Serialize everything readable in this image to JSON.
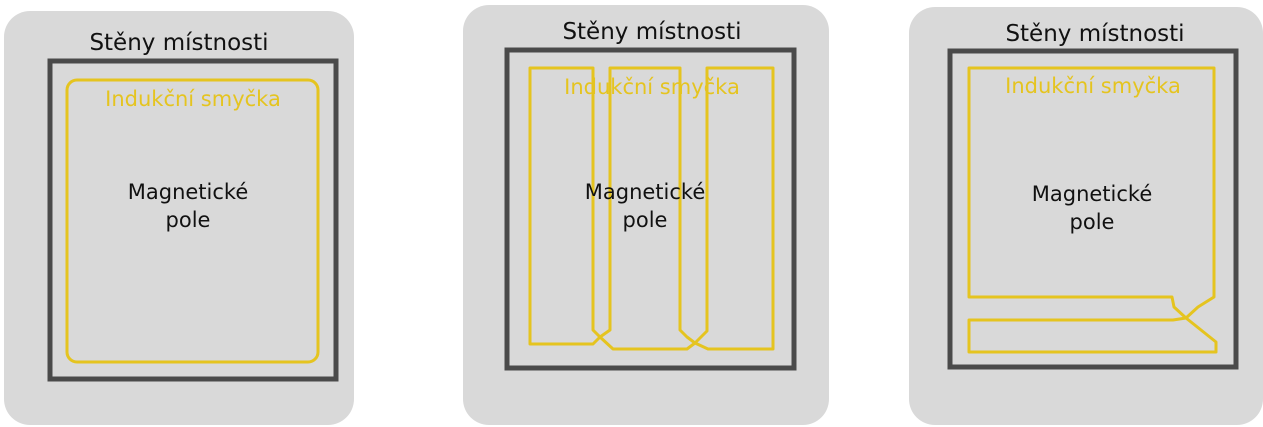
{
  "diagrams": [
    {
      "title": "Stěny místnosti",
      "loop_label": "Indukční smyčka",
      "field_label_line1": "Magnetické",
      "field_label_line2": "pole"
    },
    {
      "title": "Stěny místnosti",
      "loop_label": "Indukční smyčka",
      "field_label_line1": "Magnetické",
      "field_label_line2": "pole"
    },
    {
      "title": "Stěny místnosti",
      "loop_label": "Indukční smyčka",
      "field_label_line1": "Magnetické",
      "field_label_line2": "pole"
    }
  ],
  "colors": {
    "panel_background": "#d9d9d9",
    "wall": "#4a4a4a",
    "loop": "#e5c41f",
    "text": "#111111"
  }
}
